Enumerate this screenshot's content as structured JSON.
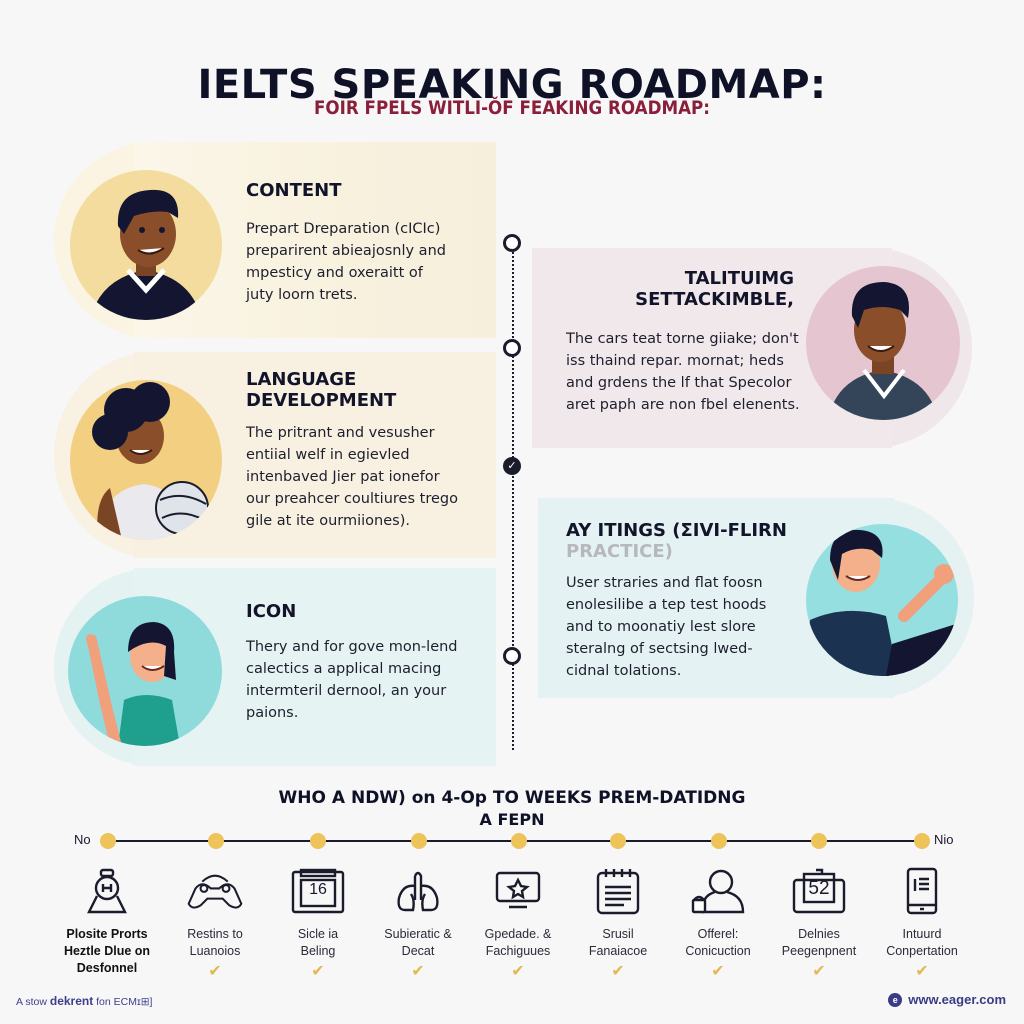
{
  "header": {
    "title": "IELTS SPEAKING ROADMAP:",
    "subtitle": "FOIR FPELS WITLI-ǑF FEAKING ROADMAP:"
  },
  "cards": [
    {
      "title": "CONTENT",
      "body": "Prepart Dreparation (cICIc)\npreparirent abieajosnly and\nmpesticy and oxeraitt of\njuty loorn trets.",
      "illustration": "young-man-avatar",
      "circle_color": "#f3dc9e"
    },
    {
      "title": "LANGUAGE\nDEVELOPMENT",
      "body": "The pritrant and vesusher\nentiial welf in egievled\nintenbaved Jier pat ionefor\nour preahcer coultiures trego\ngile at ite ourmiiones).",
      "illustration": "woman-holding-globe-avatar",
      "circle_color": "#f2cf81"
    },
    {
      "title": "ICON",
      "body": "Thery and for gove mon-lend\ncalectics a applical macing\nintermteril dernool, an your\npaions.",
      "illustration": "woman-waving-avatar",
      "circle_color": "#8fdbdb"
    },
    {
      "title": "TALITUIMG\nSETTACKIMBLE,",
      "body": "The cars teat torne giiake; don't\niss thaind repar. mornat; heds\nand grdens the lf that Specolor\naret paph are non fbel elenents.",
      "illustration": "smiling-man-avatar",
      "circle_color": "#e5c5d0"
    },
    {
      "title": "AY ITINGS (ΣIVI-FLIRN",
      "title_muted": "PRACTICE)",
      "body": "User straries and flat foosn\nenolesilibe a tep test hoods\nand to moonatiy lest slore\nsteralng of sectsing lwed-\ncidnal tolations.",
      "illustration": "man-at-laptop-avatar",
      "circle_color": "#95dfe1"
    }
  ],
  "vertical_timeline": {
    "nodes": [
      {
        "state": "open"
      },
      {
        "state": "open"
      },
      {
        "state": "done",
        "glyph": "✓"
      },
      {
        "state": "open"
      }
    ]
  },
  "weeks": {
    "title": "WHO A NDW) on 4-Op TO WEEKS PREM-DATIDNG",
    "subtitle": "A FEPN",
    "start_label": "No",
    "end_label": "Nio",
    "steps": [
      {
        "icon": "alarm-clock-icon",
        "label": "Plosite Prorts\nHeztle Dlue on\nDesfonnel",
        "checked": false,
        "strong": true
      },
      {
        "icon": "gamepad-icon",
        "label": "Restins to\nLuanoios",
        "checked": true
      },
      {
        "icon": "calendar-icon",
        "icon_text": "16",
        "label": "Sicle ia\nBeling",
        "checked": true
      },
      {
        "icon": "lungs-icon",
        "label": "Subieratic &\nDecat",
        "checked": true
      },
      {
        "icon": "monitor-star-icon",
        "label": "Gpedade. &\nFachiguues",
        "checked": true
      },
      {
        "icon": "notepad-icon",
        "label": "Srusil\nFanaiacoe",
        "checked": true
      },
      {
        "icon": "person-cup-icon",
        "label": "Offerel:\nConicuction",
        "checked": true
      },
      {
        "icon": "calendar-52-icon",
        "icon_text": "52",
        "label": "Delnies\nPeegenpnent",
        "checked": true
      },
      {
        "icon": "tablet-icon",
        "label": "Intuurd\nConpertation",
        "checked": true
      }
    ]
  },
  "footer": {
    "left_prefix": "A stow ",
    "left_bold": "dekrent",
    "left_suffix": " fon ECMɪ⊞]",
    "right_url": "www.eager.com",
    "logo_glyph": "e"
  },
  "colors": {
    "title": "#0f1226",
    "subtitle": "#8a1f3a",
    "accent_dot": "#edc35a",
    "check": "#e2b953",
    "footer": "#3a3c86"
  }
}
